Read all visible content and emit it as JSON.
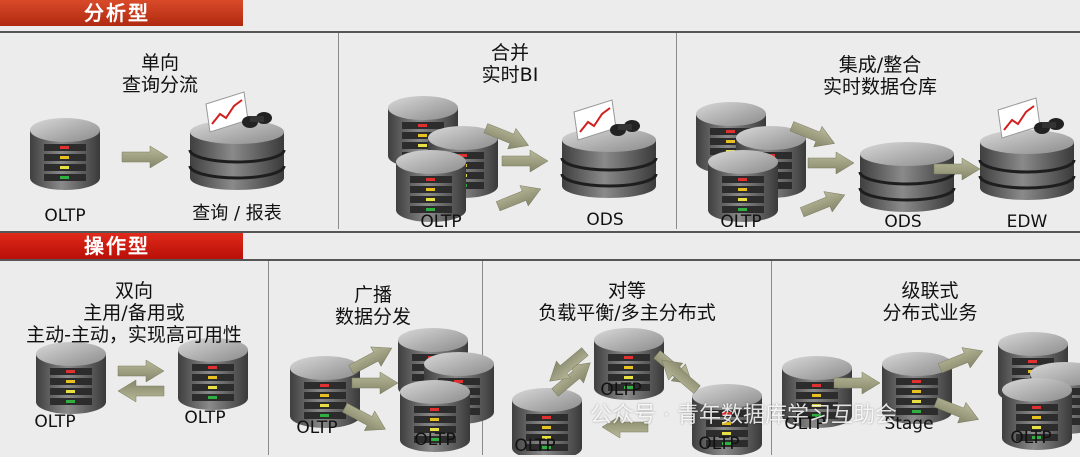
{
  "sections": {
    "analysis": "分析型",
    "operational": "操作型"
  },
  "panels": {
    "one_way": {
      "title_1": "单向",
      "title_2": "查询分流",
      "source": "OLTP",
      "target": "查询 / 报表"
    },
    "merge": {
      "title_1": "合并",
      "title_2": "实时BI",
      "source": "OLTP",
      "target": "ODS"
    },
    "integrate": {
      "title_1": "集成/整合",
      "title_2": "实时数据仓库",
      "source": "OLTP",
      "middle": "ODS",
      "target": "EDW"
    },
    "two_way": {
      "title_1": "双向",
      "title_2": "主用/备用或",
      "title_3": "主动-主动，实现高可用性",
      "left": "OLTP",
      "right": "OLTP"
    },
    "broadcast": {
      "title_1": "广播",
      "title_2": "数据分发",
      "source": "OLTP",
      "target": "OLTP"
    },
    "peer": {
      "title_1": "对等",
      "title_2": "负载平衡/多主分布式",
      "top": "OLTP",
      "left": "OLTP",
      "right": "OLTP"
    },
    "cascade": {
      "title_1": "级联式",
      "title_2": "分布式业务",
      "source": "OLTP",
      "middle": "Stage",
      "target": "OLTP"
    }
  },
  "watermark": "公众号 · 青年数据库学习互助会",
  "colors": {
    "header_red": "#c8321a",
    "arrow": "#9a9a7a",
    "db_body": "#6e6e6e"
  }
}
